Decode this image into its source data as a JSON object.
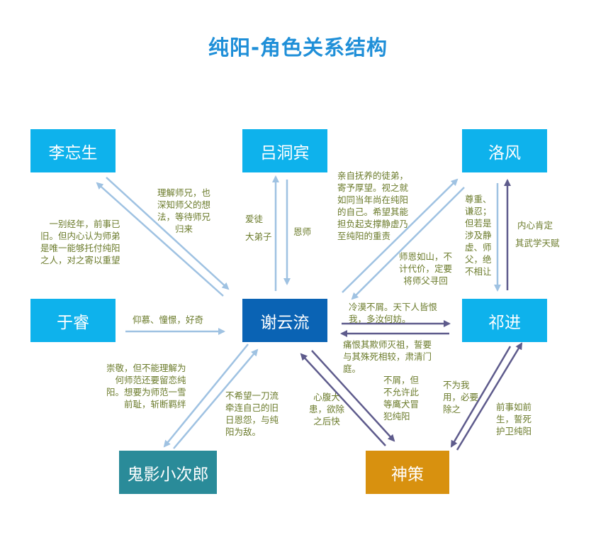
{
  "title": "纯阳-角色关系结构",
  "colors": {
    "title": "#1f8fd8",
    "node_cyan": "#0eb2ec",
    "node_center": "#0a63b4",
    "node_teal": "#2a8b99",
    "node_gold": "#d8910f",
    "arrow_light": "#9fc2e2",
    "arrow_dark": "#5e5b8c",
    "label_text": "#6b7b2b"
  },
  "nodes": {
    "liwangsheng": "李忘生",
    "lvdongbin": "吕洞宾",
    "luofeng": "洛风",
    "yurui": "于睿",
    "xieyunliu": "谢云流",
    "qijin": "祁进",
    "guiying": "鬼影小次郎",
    "shence": "神策"
  },
  "labels": {
    "li_to_xie": "一别经年，前事已\n旧。但内心认为师弟\n是唯一能够托付纯阳\n之人，对之寄以重望",
    "xie_to_li": "理解师兄，也\n深知师父的想\n法，等待师兄\n归来",
    "lv_to_xie_1": "爱徒",
    "lv_to_xie_2": "大弟子",
    "xie_to_lv": "恩师",
    "lv_to_luo": "亲自抚养的徒弟，\n寄予厚望。视之就\n如同当年尚在纯阳\n的自己。希望其能\n担负起支撑静虚乃\n至纯阳的重责",
    "luo_to_xie": "师恩如山，不\n计代价，定要\n将师父寻回",
    "qi_to_luo": "尊重、\n谦忍；\n但若是\n涉及静\n虚、师\n父，绝\n不相让",
    "luo_to_qi_1": "内心肯定",
    "luo_to_qi_2": "其武学天赋",
    "yu_to_xie": "仰慕、憧憬，好奇",
    "xie_to_qi": "冷漠不屑。天下人皆恨\n我，多汝何妨。",
    "qi_to_xie": "痛恨其欺师灭祖，誓要\n与其殊死相较，肃清门\n庭。",
    "yu_to_gui": "崇敬，但不能理解为\n何师范还要留恋纯\n阳。想要为师范一雪\n前耻，斩断羁绊",
    "gui_to_xie": "不希望一刀流\n牵连自己的旧\n日恩怨，与纯\n阳为敌。",
    "shence_to_xie": "心腹大\n患，欲除\n之后快",
    "xie_to_shence": "不屑，但\n不允许此\n等鹰犬冒\n犯纯阳",
    "qi_to_shence": "不为我\n用，必要\n除之",
    "shence_to_qi": "前事如前\n生，誓死\n护卫纯阳"
  }
}
